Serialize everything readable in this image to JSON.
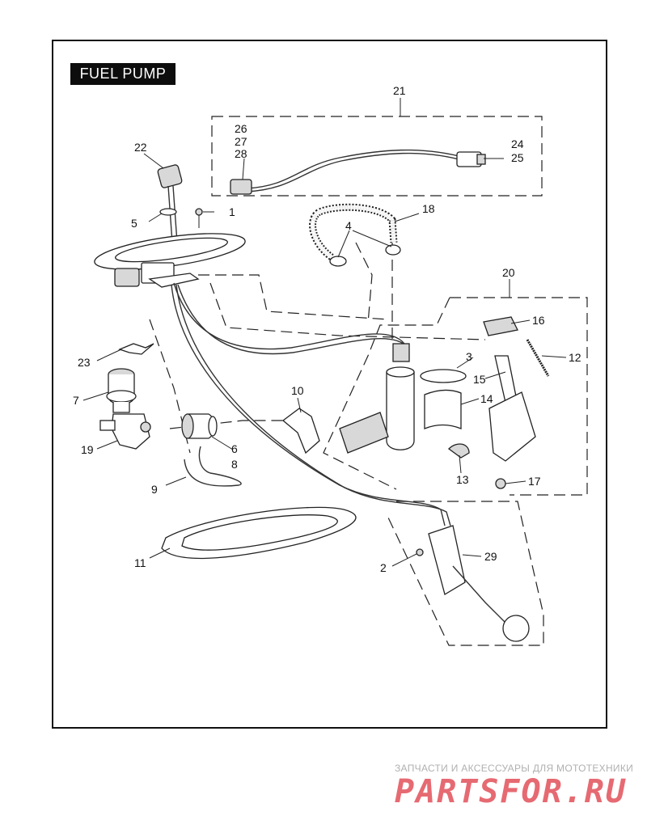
{
  "title": "FUEL PUMP",
  "callouts": [
    "1",
    "2",
    "3",
    "4",
    "5",
    "6",
    "7",
    "8",
    "9",
    "10",
    "11",
    "12",
    "13",
    "14",
    "15",
    "16",
    "17",
    "18",
    "19",
    "20",
    "21",
    "22",
    "23",
    "24",
    "25",
    "26",
    "27",
    "28",
    "29"
  ],
  "watermark": {
    "caption": "ЗАПЧАСТИ И АКСЕССУАРЫ ДЛЯ МОТОТЕХНИКИ",
    "logo": "PARTSFOR.RU"
  }
}
